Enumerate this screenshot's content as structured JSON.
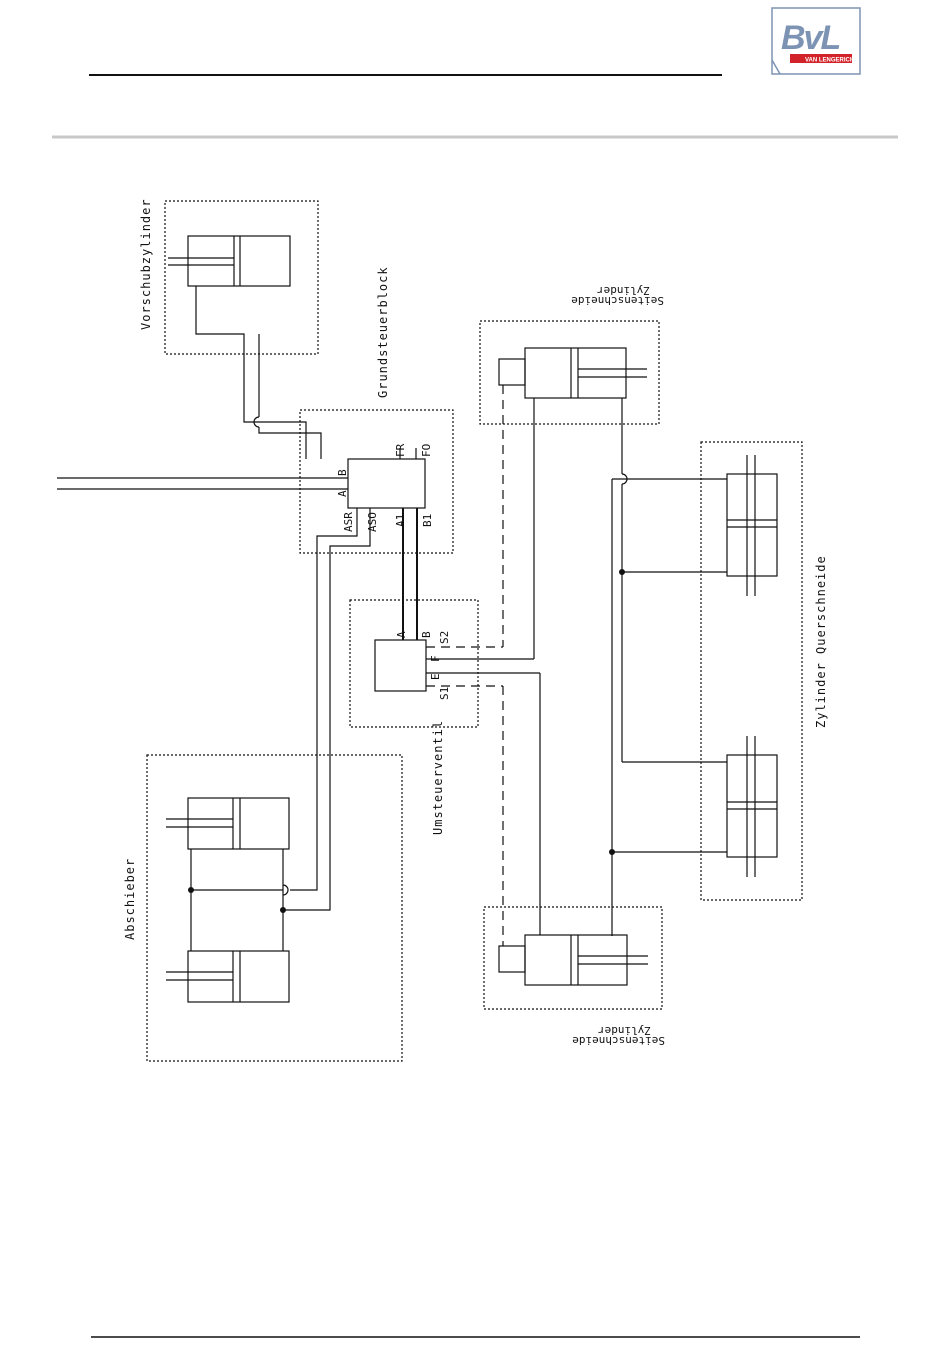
{
  "logo": {
    "mark": "BvL",
    "tagline": "VAN LENGERICH",
    "colors": {
      "primary": "#7d93b3",
      "accent": "#d2232a",
      "border": "#7d93b3"
    }
  },
  "diagram": {
    "components": {
      "vorschub": "Vorschubzylinder",
      "grundsteuer": "Grundsteuerblock",
      "umsteuer": "Umsteuerventil",
      "abschieber": "Abschieber",
      "quer": "Zylinder Querschneide",
      "seiten_top_line1": "Zylinder",
      "seiten_top_line2": "Seitenschneide",
      "seiten_bottom_line1": "Zylinder",
      "seiten_bottom_line2": "Seitenschneide"
    },
    "ports": {
      "gs_b": "B",
      "gs_a": "A",
      "gs_fr": "FR",
      "gs_fo": "FO",
      "gs_asr": "ASR",
      "gs_aso": "ASO",
      "gs_a1": "A1",
      "gs_b1": "B1",
      "uv_a": "A",
      "uv_b": "B",
      "uv_s2": "S2",
      "uv_f": "F",
      "uv_e": "E",
      "uv_s1": "S1"
    }
  }
}
